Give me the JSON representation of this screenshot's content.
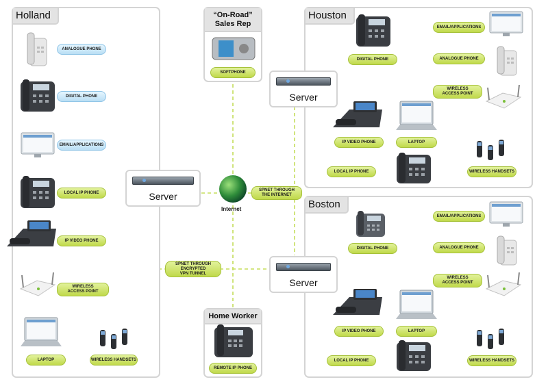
{
  "diagram": {
    "locations": {
      "holland": "Holland",
      "houston": "Houston",
      "boston": "Boston",
      "on_road": "“On-Road”\nSales Rep",
      "home_worker": "Home Worker"
    },
    "servers": {
      "holland": "Server",
      "houston": "Server",
      "boston": "Server"
    },
    "internet_label": "Internet",
    "links": {
      "internet": "SPNET THROUGH\nTHE INTERNET",
      "vpn": "SPNET THROUGH\nENCRYPTED\nVPN TUNNEL"
    },
    "holland_devices": {
      "analogue": "ANALOGUE PHONE",
      "digital": "DIGITAL PHONE",
      "email": "EMAIL/APPLICATIONS",
      "local_ip": "LOCAL IP PHONE",
      "ip_video": "IP VIDEO PHONE",
      "wap": "WIRELESS\nACCESS POINT",
      "laptop": "LAPTOP",
      "handsets": "WIRELESS HANDSETS"
    },
    "houston_devices": {
      "digital": "DIGITAL PHONE",
      "email": "EMAIL/APPLICATIONS",
      "analogue": "ANALOGUE PHONE",
      "wap": "WIRELESS\nACCESS POINT",
      "ip_video": "IP VIDEO PHONE",
      "laptop": "LAPTOP",
      "local_ip": "LOCAL IP PHONE",
      "handsets": "WIRELESS HANDSETS"
    },
    "boston_devices": {
      "digital": "DIGITAL PHONE",
      "email": "EMAIL/APPLICATIONS",
      "analogue": "ANALOGUE PHONE",
      "wap": "WIRELESS\nACCESS POINT",
      "ip_video": "IP VIDEO PHONE",
      "laptop": "LAPTOP",
      "local_ip": "LOCAL IP PHONE",
      "handsets": "WIRELESS HANDSETS"
    },
    "softphone": "SOFTPHONE",
    "remote_ip": "REMOTE IP PHONE"
  }
}
